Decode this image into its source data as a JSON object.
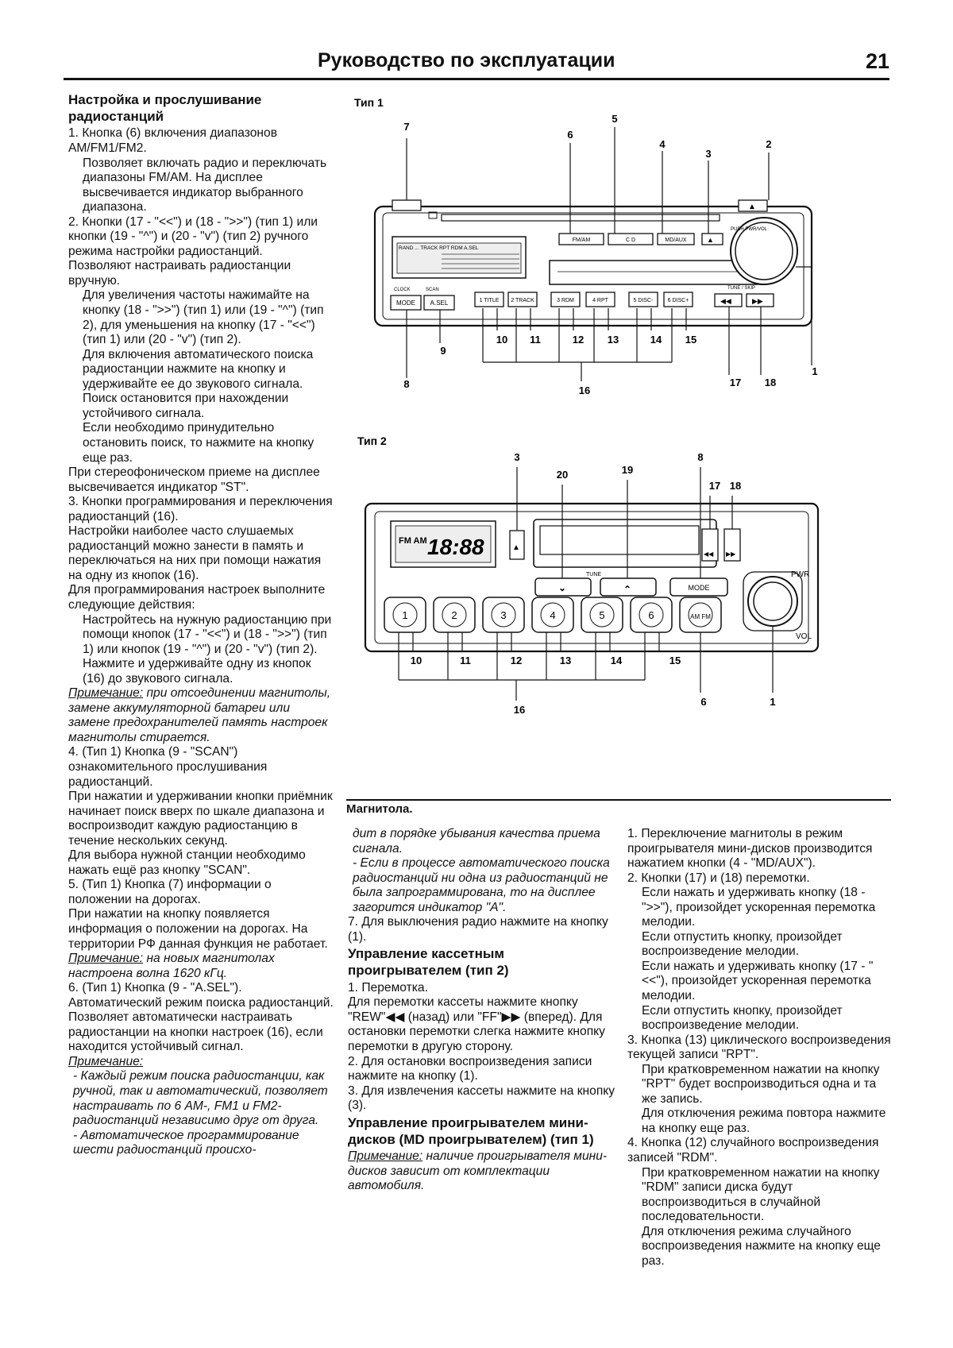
{
  "header": {
    "title": "Руководство по эксплуатации",
    "page_number": "21"
  },
  "figure": {
    "type1_label": "Тип 1",
    "type2_label": "Тип 2",
    "caption": "Магнитола.",
    "type1_buttons": {
      "fm_am": "FM/AM",
      "cd": "C D",
      "md_aux": "MD/AUX",
      "mode": "MODE",
      "asel": "A.SEL",
      "preset1": "1 TITLE",
      "preset2": "2 TRACK",
      "preset3": "3 RDM",
      "preset4": "4 RPT",
      "preset5": "5 DISC-",
      "preset6": "6 DISC+",
      "clock": "CLOCK",
      "scan": "SCAN",
      "pwr_vol": "PUSH PWR/VOL",
      "tune_skip": "TUNE / SKIP",
      "rew": "◀◀",
      "ff": "▶▶",
      "display_text": "RAND ... TRACK RPT RDM A.SEL"
    },
    "type1_callouts": [
      "7",
      "6",
      "5",
      "4",
      "3",
      "2",
      "1",
      "8",
      "9",
      "10",
      "11",
      "12",
      "13",
      "14",
      "15",
      "16",
      "17",
      "18"
    ],
    "type2_buttons": {
      "presets": [
        "1",
        "2",
        "3",
        "4",
        "5",
        "6"
      ],
      "amfm": "AM FM",
      "mode": "MODE",
      "tune": "TUNE",
      "pwr": "PWR",
      "vol": "VOL",
      "rew": "◀◀",
      "ff": "▶▶",
      "display_digits": "18:88",
      "display_small": "FM AM"
    },
    "type2_callouts": [
      "3",
      "20",
      "19",
      "8",
      "17",
      "18",
      "10",
      "11",
      "12",
      "13",
      "14",
      "15",
      "16",
      "6",
      "1"
    ]
  },
  "col_a": [
    {
      "k": "h",
      "t": "Настройка и прослушивание радиостанций"
    },
    {
      "k": "p",
      "t": "1. Кнопка (6) включения диапазонов AM/FM1/FM2."
    },
    {
      "k": "i",
      "t": "Позволяет включать радио и переключать диапазоны FM/AM. На дисплее высвечивается индикатор выбранного диапазона."
    },
    {
      "k": "p",
      "t": "2. Кнопки (17 - \"<<\") и (18 - \">>\") (тип 1) или кнопки (19 - \"^\") и (20 - \"v\") (тип 2) ручного режима настройки радиостанций."
    },
    {
      "k": "p",
      "t": "Позволяют настраивать радиостанции вручную."
    },
    {
      "k": "i",
      "t": "Для увеличения частоты нажимайте на кнопку (18 - \">>\") (тип 1) или (19 - \"^\") (тип 2), для уменьшения на кнопку (17 - \"<<\") (тип 1) или (20 - \"v\") (тип 2)."
    },
    {
      "k": "i",
      "t": "Для включения автоматического поиска радиостанции нажмите на кнопку и удерживайте ее до звукового сигнала. Поиск остановится при нахождении устойчивого сигнала."
    },
    {
      "k": "i",
      "t": "Если необходимо принудительно остановить поиск, то нажмите на кнопку еще раз."
    },
    {
      "k": "p",
      "t": "При стереофоническом приеме на дисплее высвечивается индикатор \"ST\"."
    },
    {
      "k": "p",
      "t": "3. Кнопки программирования и переключения радиостанций (16)."
    },
    {
      "k": "p",
      "t": "Настройки наиболее часто слушаемых радиостанций можно занести в память и переключаться на них при помощи нажатия на одну из кнопок (16)."
    },
    {
      "k": "p",
      "t": "Для программирования настроек выполните следующие действия:"
    },
    {
      "k": "i",
      "t": "Настройтесь на нужную радиостанцию при помощи кнопок (17 - \"<<\") и (18 - \">>\") (тип 1) или кнопок (19 - \"^\") и (20 - \"v\") (тип 2)."
    },
    {
      "k": "i",
      "t": "Нажмите и удерживайте одну из кнопок (16) до звукового сигнала."
    },
    {
      "k": "n",
      "u": "Примечание:",
      "t": " при отсоединении магнитолы, замене аккумуляторной батареи или замене предохранителей память настроек магнитолы стирается."
    },
    {
      "k": "p",
      "t": "4. (Тип 1) Кнопка (9 - \"SCAN\") ознакомительного прослушивания радиостанций."
    },
    {
      "k": "p",
      "t": "При нажатии и удерживании кнопки приёмник начинает поиск вверх по шкале диапазона и воспроизводит каждую радиостанцию в течение нескольких секунд."
    },
    {
      "k": "p",
      "t": "Для выбора нужной станции необходимо нажать ещё раз кнопку \"SCAN\"."
    },
    {
      "k": "p",
      "t": "5. (Тип 1) Кнопка (7) информации о положении на дорогах."
    },
    {
      "k": "p",
      "t": "При нажатии на кнопку появляется информация о положении на дорогах. На территории РФ данная функция не работает."
    },
    {
      "k": "n",
      "u": "Примечание:",
      "t": " на новых магнитолах настроена волна 1620 кГц."
    },
    {
      "k": "p",
      "t": "6. (Тип 1) Кнопка (9 - \"A.SEL\")."
    },
    {
      "k": "p",
      "t": "Автоматический режим поиска радиостанций."
    },
    {
      "k": "p",
      "t": "Позволяет автоматически настраивать радиостанции на кнопки настроек (16), если находится устойчивый сигнал."
    },
    {
      "k": "n",
      "u": "Примечание:",
      "t": ""
    },
    {
      "k": "ni",
      "t": "- Каждый режим поиска радиостанции, как ручной, так и автоматический, позволяет настраивать по 6 AM-, FM1 и FM2-радиостанций независимо друг от друга."
    },
    {
      "k": "ni",
      "t": "- Автоматическое программирование шести радиостанций происхо-"
    }
  ],
  "col_b": [
    {
      "k": "ni",
      "t": "дит в порядке убывания качества приема сигнала."
    },
    {
      "k": "ni",
      "t": "- Если в процессе автоматического поиска радиостанций ни одна из радиостанций не была запрограммирована, то на дисплее загорится индикатор \"A\"."
    },
    {
      "k": "p",
      "t": "7. Для выключения радио нажмите на кнопку (1)."
    },
    {
      "k": "h",
      "t": "Управление кассетным проигрывателем (тип 2)"
    },
    {
      "k": "p",
      "t": "1. Перемотка."
    },
    {
      "k": "p",
      "t": "Для перемотки кассеты нажмите кнопку \"REW\"◀◀ (назад) или \"FF\"▶▶ (вперед). Для остановки перемотки слегка нажмите кнопку перемотки в другую сторону."
    },
    {
      "k": "p",
      "t": "2. Для остановки воспроизведения записи нажмите на кнопку (1)."
    },
    {
      "k": "p",
      "t": "3. Для извлечения кассеты нажмите на кнопку (3)."
    },
    {
      "k": "h",
      "t": "Управление проигрывателем мини-дисков (MD проигрывателем) (тип 1)"
    },
    {
      "k": "n",
      "u": "Примечание:",
      "t": " наличие проигрывателя мини-дисков зависит от комплектации автомобиля."
    }
  ],
  "col_c": [
    {
      "k": "p",
      "t": "1. Переключение магнитолы в режим проигрывателя мини-дисков производится нажатием кнопки (4 - \"MD/AUX\")."
    },
    {
      "k": "p",
      "t": "2. Кнопки (17) и (18) перемотки."
    },
    {
      "k": "i",
      "t": "Если нажать и удерживать кнопку (18 - \">>\"), произойдет ускоренная перемотка мелодии."
    },
    {
      "k": "i",
      "t": "Если отпустить кнопку, произойдет воспроизведение мелодии."
    },
    {
      "k": "i",
      "t": "Если нажать и удерживать кнопку (17 - \"<<\"), произойдет ускоренная перемотка мелодии."
    },
    {
      "k": "i",
      "t": "Если отпустить кнопку, произойдет воспроизведение мелодии."
    },
    {
      "k": "p",
      "t": "3. Кнопка (13) циклического воспроизведения текущей записи \"RPT\"."
    },
    {
      "k": "i",
      "t": "При кратковременном нажатии на кнопку \"RPT\" будет воспроизводиться одна и та же запись."
    },
    {
      "k": "i",
      "t": "Для отключения режима повтора нажмите на кнопку еще раз."
    },
    {
      "k": "p",
      "t": "4. Кнопка (12) случайного воспроизведения записей \"RDM\"."
    },
    {
      "k": "i",
      "t": "При кратковременном нажатии на кнопку \"RDM\" записи диска будут воспроизводиться в случайной последовательности."
    },
    {
      "k": "i",
      "t": "Для отключения режима случайного воспроизведения нажмите на кнопку еще раз."
    }
  ]
}
